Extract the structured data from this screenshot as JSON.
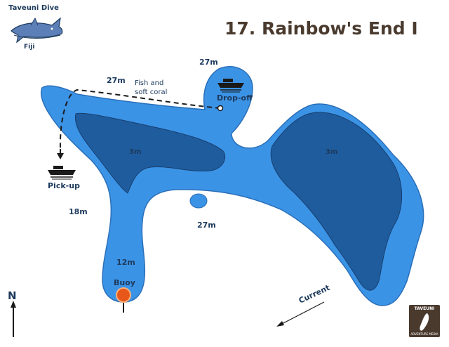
{
  "title": "17. Rainbow's End I",
  "logo": {
    "name": "Taveuni Dive",
    "country": "Fiji",
    "icon": "shark-icon"
  },
  "depths": {
    "top_right": "27m",
    "top_left": "27m",
    "left_lobe_center": "3m",
    "right_lobe_center": "3m",
    "left_side": "18m",
    "bottom_middle": "27m",
    "stem": "12m"
  },
  "labels": {
    "fish_coral_line1": "Fish and",
    "fish_coral_line2": "soft coral",
    "drop_off": "Drop-off",
    "pick_up": "Pick-up",
    "buoy": "Buoy",
    "current": "Current",
    "north": "N"
  },
  "badge": {
    "top": "TAVEUNI",
    "bottom": "ADVENTURE MEDIA"
  },
  "colors": {
    "reef": "#3b93e6",
    "shallow": "#1f5c9e",
    "outline": "#1d3a5c",
    "buoy": "#e8571a",
    "title": "#4a3a2e"
  }
}
